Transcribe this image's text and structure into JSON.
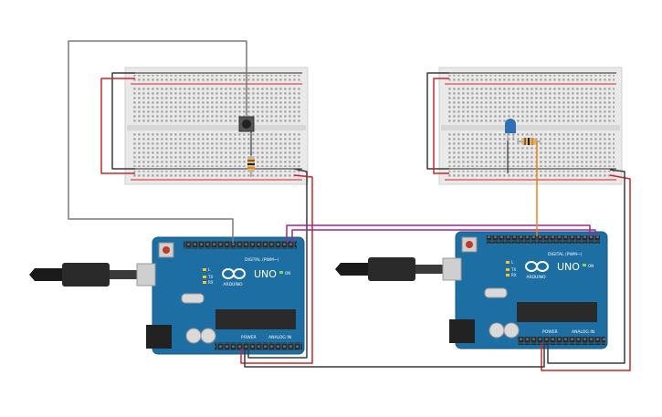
{
  "arduino_left": {
    "brand_label": "ARDUINO",
    "model_label": "UNO",
    "digital_label": "DIGITAL (PWM~)",
    "power_label": "POWER",
    "analog_label": "ANALOG IN",
    "tx_label": "TX",
    "rx_label": "RX",
    "l_label": "L",
    "on_label": "ON"
  },
  "arduino_right": {
    "brand_label": "ARDUINO",
    "model_label": "UNO",
    "digital_label": "DIGITAL (PWM~)",
    "power_label": "POWER",
    "analog_label": "ANALOG IN",
    "tx_label": "TX",
    "rx_label": "RX",
    "l_label": "L",
    "on_label": "ON"
  },
  "colors": {
    "wire_black": "#3a3a3a",
    "wire_red": "#d2232a",
    "wire_gray": "#7a7a7a",
    "wire_purple": "#a3238f",
    "wire_orange": "#e8851a",
    "board_blue": "#1d6fa3",
    "breadboard": "#e9e9e9",
    "led_blue": "#2e6fb6"
  },
  "components": {
    "left_breadboard": "breadboard",
    "right_breadboard": "breadboard",
    "pushbutton": "pushbutton",
    "resistor_left": "resistor",
    "resistor_right": "resistor",
    "led": "led-blue",
    "usb_cable_left": "usb-cable",
    "usb_cable_right": "usb-cable"
  }
}
